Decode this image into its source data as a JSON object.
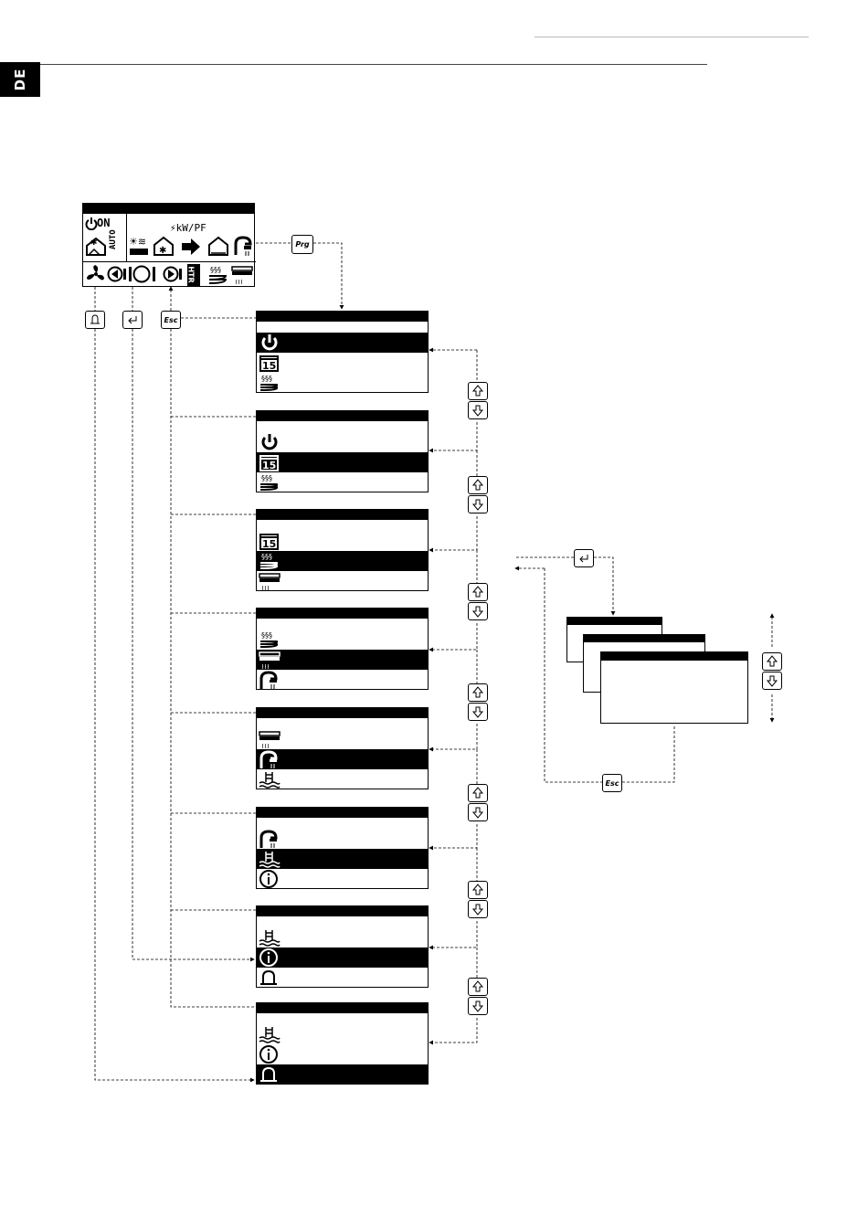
{
  "header": {
    "language_tab": "DE"
  },
  "main_display": {
    "status_on": "ON",
    "auto_label": "AUTO",
    "power_label": "⚡kW/PF",
    "htr_label": "HTR"
  },
  "buttons": {
    "prg": "Prg",
    "esc": "Esc",
    "esc_sub": "Esc"
  },
  "menus": [
    {
      "rows": [
        "power",
        "calendar",
        "heating"
      ],
      "selected": 0
    },
    {
      "rows": [
        "power",
        "calendar",
        "heating"
      ],
      "selected": 1
    },
    {
      "rows": [
        "calendar",
        "heating",
        "cooling"
      ],
      "selected": 1
    },
    {
      "rows": [
        "heating",
        "cooling",
        "dhw"
      ],
      "selected": 1
    },
    {
      "rows": [
        "cooling",
        "dhw",
        "pool"
      ],
      "selected": 1
    },
    {
      "rows": [
        "dhw",
        "pool",
        "info"
      ],
      "selected": 1
    },
    {
      "rows": [
        "pool",
        "info",
        "alarm"
      ],
      "selected": 1
    },
    {
      "rows": [
        "pool",
        "info",
        "alarm"
      ],
      "selected": 2
    }
  ]
}
